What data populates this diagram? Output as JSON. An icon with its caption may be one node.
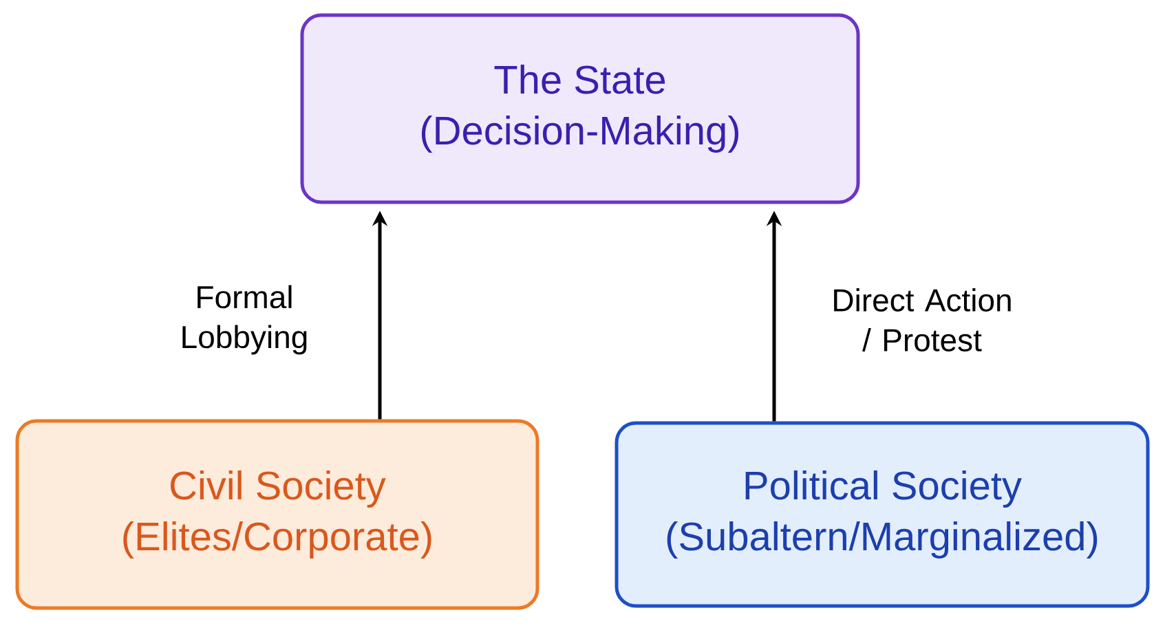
{
  "diagram": {
    "nodes": [
      {
        "text": [
          "The State",
          "(Decision-Making)"
        ]
      },
      {
        "text": [
          "Civil Society",
          "(Elites/Corporate)"
        ]
      },
      {
        "text": [
          "Political Society",
          "(Subaltern/Marginalized)"
        ]
      }
    ],
    "edges": [
      {
        "from": 1,
        "to": 0,
        "arrow": "to",
        "label": "Formal Lobbying"
      },
      {
        "from": 2,
        "to": 0,
        "arrow": "to",
        "label": "Direct Action / Protest"
      }
    ]
  }
}
